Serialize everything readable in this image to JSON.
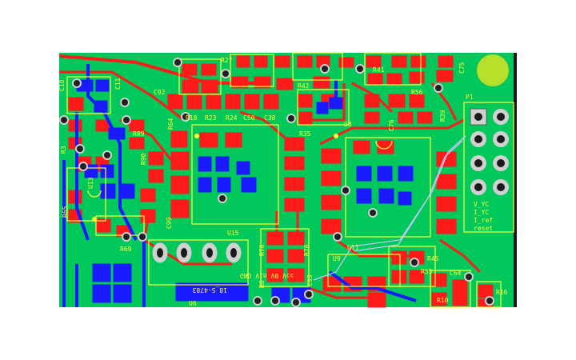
{
  "view": {
    "name": "pcb-layout-view"
  },
  "colors": {
    "board": "#00c85a",
    "top_copper": "#ff1a1a",
    "bottom_copper": "#1a1aff",
    "silkscreen": "#ffff33",
    "pad_ring": "#d0d0d0",
    "via": "#202020",
    "highlight": "#c8c8ff",
    "background": "#ffffff",
    "mount_hole": "#b6e02a"
  },
  "labels": {
    "C10": "C10",
    "C11": "C11",
    "C92": "C92",
    "R27": "R27",
    "R41": "R41",
    "C75": "C75",
    "R42": "R42",
    "R56": "R56",
    "R39": "R39",
    "C76": "C76",
    "R18": "R18",
    "R23": "R23",
    "R24": "R24",
    "C50": "C50",
    "C38": "C38",
    "U8": "U8",
    "R35": "R35",
    "R64": "R64",
    "R89": "R89",
    "R3": "R3",
    "R90": "R90",
    "U13": "U13",
    "R65": "R65",
    "C99": "C99",
    "R69": "R69",
    "U15": "U15",
    "R70": "R70",
    "R78": "R78",
    "U9": "U9",
    "U11": "U11",
    "R45": "R45",
    "R55": "R55",
    "C64": "C64",
    "R16": "R16",
    "R10": "R10",
    "P1": "P1",
    "C93": "C93",
    "R6": "R6",
    "U6": "U6"
  },
  "connector_labels": [
    "V_YC",
    "I_YC",
    "I_ref",
    "reset"
  ],
  "mirrored_text": {
    "header_pins": "GND  Vin  V0  Vcc",
    "part": "18_S-4783"
  }
}
